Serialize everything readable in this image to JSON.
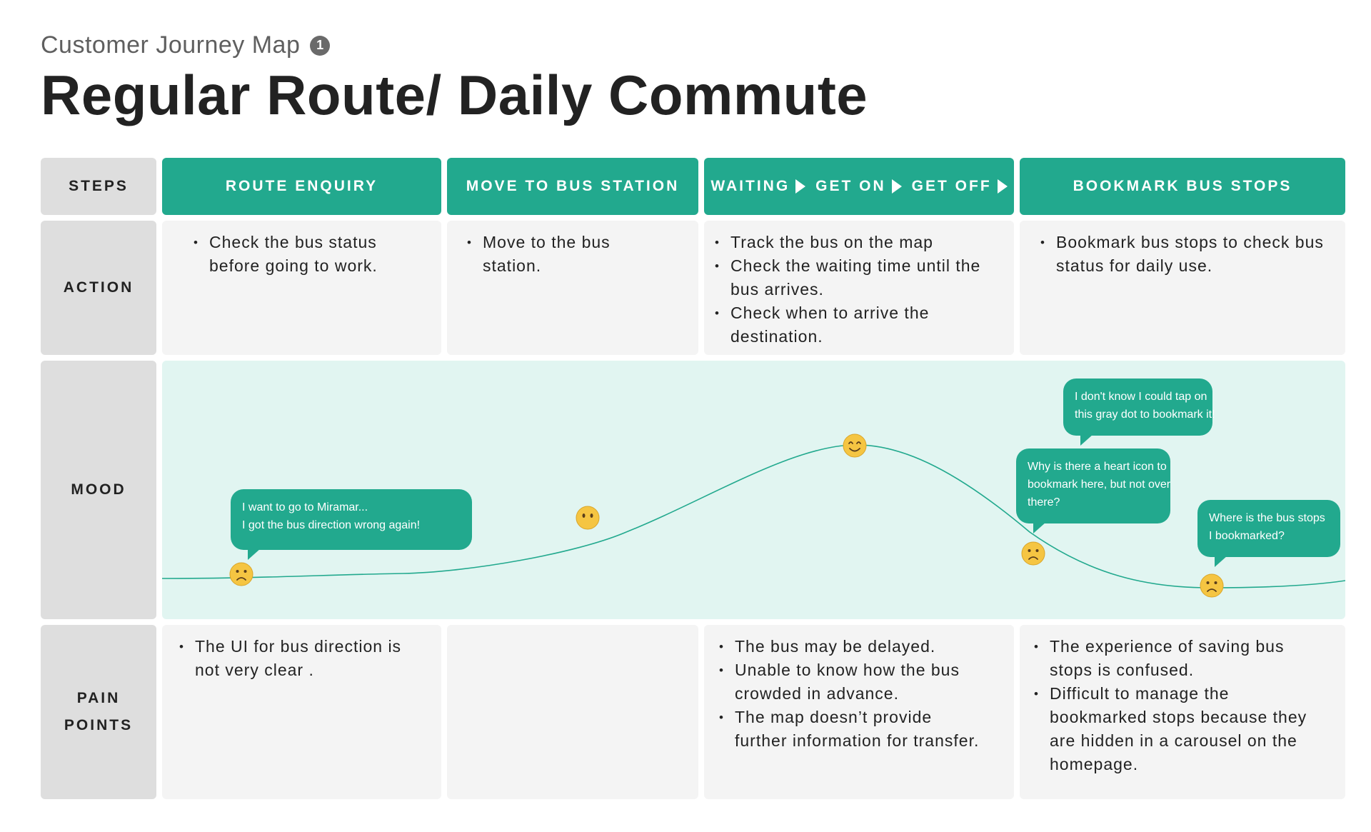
{
  "header": {
    "subtitle": "Customer Journey Map",
    "info_badge": "1",
    "title": "Regular Route/ Daily Commute"
  },
  "rows": {
    "steps": "STEPS",
    "action": "ACTION",
    "mood": "MOOD",
    "pain_points": [
      "PAIN",
      "POINTS"
    ]
  },
  "steps": {
    "route_enquiry": "ROUTE ENQUIRY",
    "move_to_station": "MOVE TO BUS STATION",
    "waiting": "WAITING",
    "get_on": "GET ON",
    "get_off": "GET OFF",
    "bookmark": "BOOKMARK BUS STOPS"
  },
  "actions": {
    "route_enquiry": [
      "Check the bus status",
      "before going to work."
    ],
    "move_to_station": [
      "Move to the bus",
      "station."
    ],
    "waiting": {
      "b1": [
        "Track the bus on the map"
      ],
      "b2": [
        "Check the waiting time until the",
        "bus arrives."
      ],
      "b3": [
        "Check when to arrive the",
        "destination."
      ]
    },
    "bookmark": [
      "Bookmark bus stops to check bus",
      "status for daily use."
    ]
  },
  "mood": {
    "emotions": [
      "sad",
      "neutral",
      "happy",
      "sad",
      "sad"
    ],
    "bubbles": {
      "miramar": [
        "I want to go to Miramar...",
        "I got the bus direction wrong again!"
      ],
      "gray_dot": [
        "I don't know I could tap on",
        "this gray dot to bookmark it!"
      ],
      "heart_icon": [
        "Why is there a heart icon to",
        "bookmark here, but not over",
        "there?"
      ],
      "where_stops": [
        "Where is the bus stops",
        "I bookmarked?"
      ]
    },
    "colors": {
      "curve": "#22a98e",
      "panel": "#e1f5f1",
      "emoji_face": "#f5c542"
    }
  },
  "pain_points": {
    "route_enquiry": [
      "The UI for bus direction is",
      "not very clear ."
    ],
    "waiting": {
      "b1": [
        "The bus may be delayed."
      ],
      "b2": [
        "Unable to know how the bus",
        "crowded in advance."
      ],
      "b3": [
        "The map doesn’t provide",
        "further information for transfer."
      ]
    },
    "bookmark": {
      "b1": [
        "The experience of saving bus",
        "stops is confused."
      ],
      "b2": [
        "Difficult to manage the",
        "bookmarked stops because they",
        "are hidden in a carousel on the",
        "homepage."
      ]
    }
  },
  "colors": {
    "accent": "#22a98e",
    "label_bg": "#dedede",
    "cell_bg": "#f4f4f4"
  }
}
